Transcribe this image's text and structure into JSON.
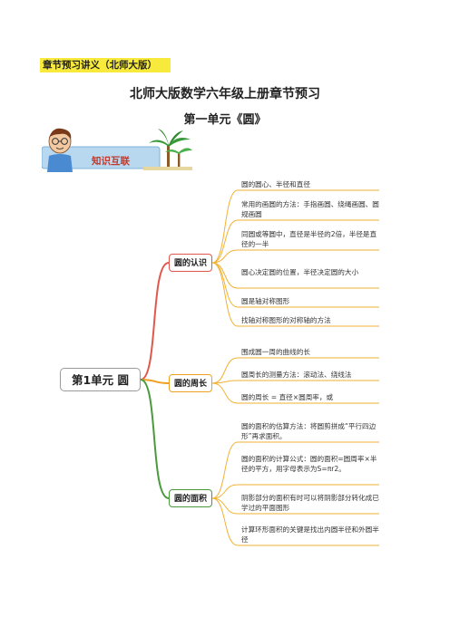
{
  "header": {
    "tag_label": "章节预习讲义（北师大版）",
    "title": "北师大版数学六年级上册章节预习",
    "unit_title": "第一单元《圆》"
  },
  "banner": {
    "label": "知识互联"
  },
  "mindmap": {
    "root": "第1单元 圆",
    "branches": [
      {
        "label": "圆的认识",
        "color": "#e2574c",
        "items": [
          "圆的圆心、半径和直径",
          "常用的画圆的方法：手指画圆、绕绳画圆、圆规画圆",
          "同圆或等圆中，直径是半径的2倍，半径是直径的一半",
          "圆心决定圆的位置，半径决定圆的大小",
          "圆是轴对称图形",
          "找轴对称图形的对称轴的方法"
        ]
      },
      {
        "label": "圆的周长",
        "color": "#f0a020",
        "items": [
          "围成圆一周的曲线的长",
          "圆周长的测量方法：滚动法、绕线法",
          "圆的周长 = 直径×圆周率，或"
        ]
      },
      {
        "label": "圆的面积",
        "color": "#4a9a3c",
        "items": [
          "圆的面积的估算方法：将圆剪拼成“平行四边形”再求面积。",
          "圆的面积的计算公式：圆的面积=圆周率×半径的平方，用字母表示为S=πr2。",
          "阴影部分的面积有时可以将阴影部分转化成已学过的平面图形",
          "计算环形面积的关键是找出内圆半径和外圆半径"
        ]
      }
    ],
    "leaf_line_color": "#f2b233"
  }
}
